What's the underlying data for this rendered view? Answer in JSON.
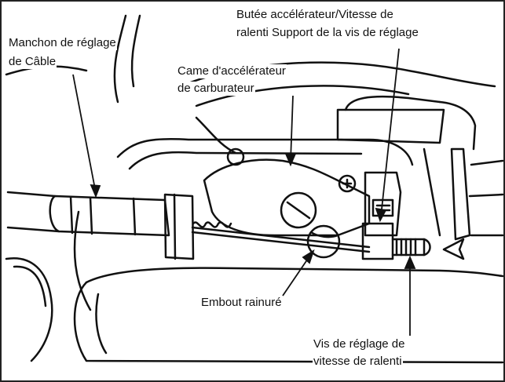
{
  "labels": {
    "cable_sleeve": {
      "line1": "Manchon de réglage",
      "line2": "de Câble"
    },
    "throttle_stop": {
      "line1": "Butée accélérateur/Vitesse de",
      "line2": "ralenti Support de la vis de réglage"
    },
    "throttle_cam": {
      "line1": "Came d'accélérateur",
      "line2": "de carburateur"
    },
    "grooved_end": {
      "line1": "Embout rainuré"
    },
    "idle_screw": {
      "line1": "Vis de réglage de",
      "line2": "vitesse de ralenti"
    }
  },
  "colors": {
    "ink": "#111111",
    "background": "#ffffff",
    "frame": "#222222"
  }
}
